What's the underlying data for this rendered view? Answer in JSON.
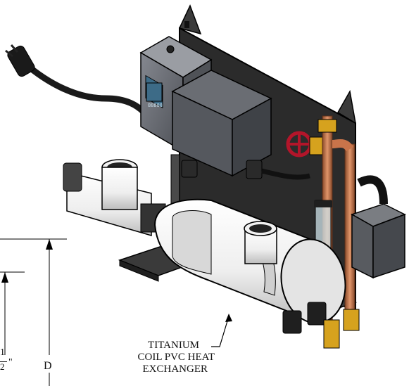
{
  "callout": {
    "line1": "TITANIUM",
    "line2": "COIL PVC HEAT",
    "line3": "EXCHANGER"
  },
  "dimensions": {
    "d_label": "D",
    "frac_numerator": "1",
    "frac_denominator": "2",
    "frac_unit": "\""
  },
  "display": {
    "readout": "88888"
  },
  "colors": {
    "enclosure": "#6b6e73",
    "panel": "#2b2b2b",
    "copper": "#c9744a",
    "brass": "#d6a21e",
    "valve_red": "#b3152a",
    "pvc": "#f2f2f2",
    "cable": "#1a1a1a"
  }
}
